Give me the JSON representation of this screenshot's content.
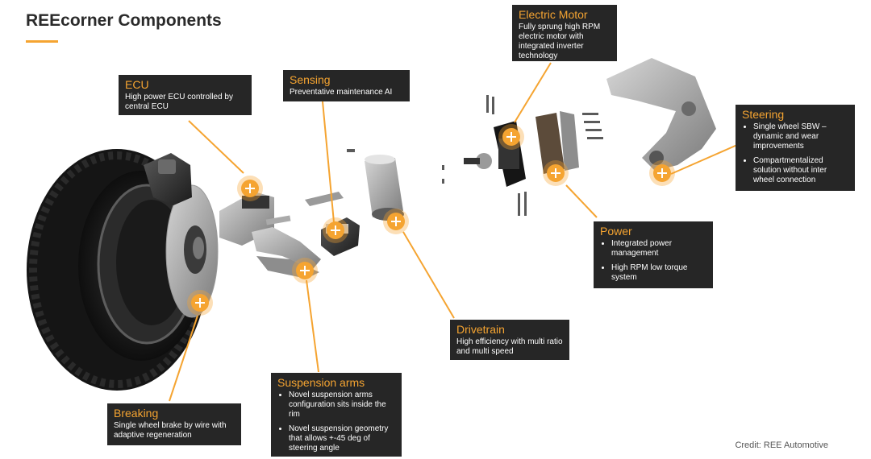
{
  "page": {
    "title": "REEcorner Components",
    "credit": "Credit: REE Automotive"
  },
  "colors": {
    "accent": "#f5a431",
    "box_bg": "#262626",
    "title": "#2a2a2a"
  },
  "components": {
    "ecu": {
      "title": "ECU",
      "desc": "High power ECU controlled by central ECU"
    },
    "sensing": {
      "title": "Sensing",
      "desc": "Preventative maintenance AI"
    },
    "electric_motor": {
      "title": "Electric Motor",
      "desc": "Fully sprung high RPM electric motor with integrated inverter technology"
    },
    "steering": {
      "title": "Steering",
      "bullets": [
        "Single wheel SBW – dynamic and wear improvements",
        "Compartmentalized solution without inter wheel connection"
      ]
    },
    "power": {
      "title": "Power",
      "bullets": [
        "Integrated power management",
        "High RPM low torque system"
      ]
    },
    "drivetrain": {
      "title": "Drivetrain",
      "desc": "High efficiency with multi ratio and multi speed"
    },
    "suspension_arms": {
      "title": "Suspension arms",
      "bullets": [
        "Novel suspension arms configuration sits inside the rim",
        "Novel suspension geometry that allows +-45 deg of steering angle"
      ]
    },
    "breaking": {
      "title": "Breaking",
      "desc": "Single wheel brake by wire with adaptive regeneration"
    }
  },
  "icons": {
    "hotspot": "plus-circle-icon"
  }
}
